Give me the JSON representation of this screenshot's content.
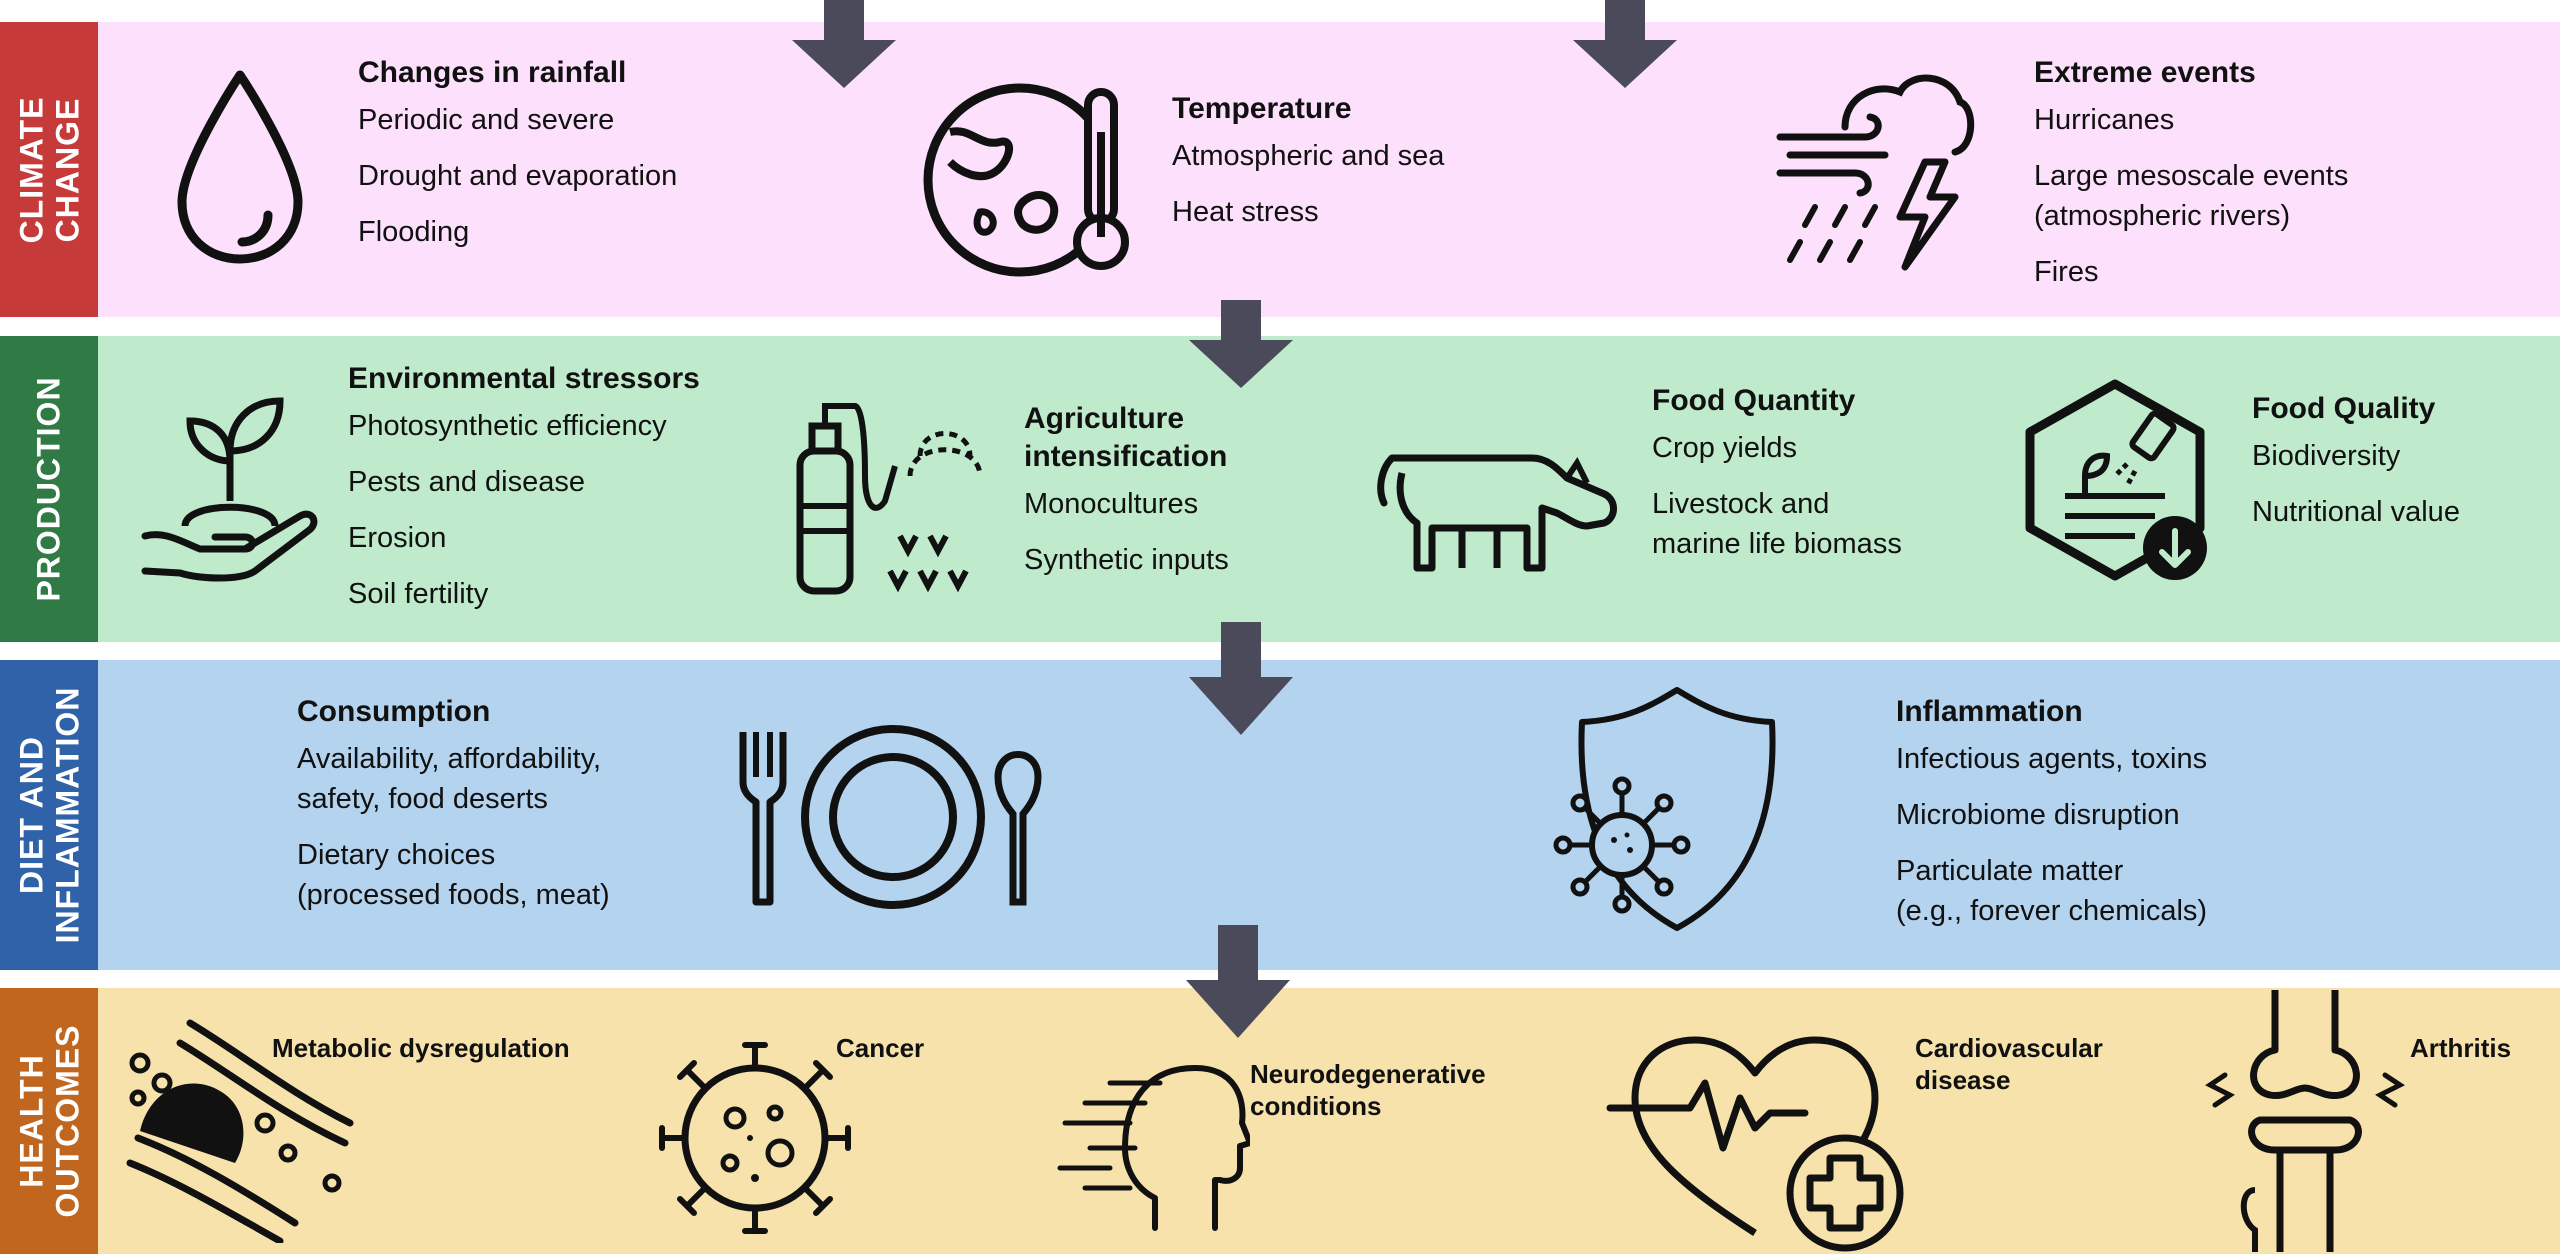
{
  "bands": {
    "climate": {
      "label": "CLIMATE\nCHANGE",
      "color": "#c73a3a",
      "bg": "#fde0fb",
      "blocks": [
        {
          "icon": "droplet-icon",
          "title": "Changes in rainfall",
          "items": [
            "Periodic and severe",
            "Drought and evaporation",
            "Flooding"
          ]
        },
        {
          "icon": "globe-thermometer-icon",
          "title": "Temperature",
          "items": [
            "Atmospheric and sea",
            "Heat stress"
          ]
        },
        {
          "icon": "storm-icon",
          "title": "Extreme events",
          "items": [
            "Hurricanes",
            "Large mesoscale events\n(atmospheric rivers)",
            "Fires"
          ]
        }
      ]
    },
    "production": {
      "label": "PRODUCTION",
      "color": "#2f7a45",
      "bg": "#bfeacb",
      "blocks": [
        {
          "icon": "sprout-hand-icon",
          "title": "Environmental stressors",
          "items": [
            "Photosynthetic efficiency",
            "Pests and disease",
            "Erosion",
            "Soil fertility"
          ]
        },
        {
          "icon": "sprayer-icon",
          "title": "Agriculture\nintensification",
          "items": [
            "Monocultures",
            "Synthetic inputs"
          ]
        },
        {
          "icon": "cow-icon",
          "title": "Food Quantity",
          "items": [
            "Crop yields",
            "Livestock and\nmarine life biomass"
          ]
        },
        {
          "icon": "quality-hexagon-icon",
          "title": "Food Quality",
          "items": [
            "Biodiversity",
            "Nutritional value"
          ]
        }
      ]
    },
    "diet": {
      "label": "DIET AND\nINFLAMMATION",
      "color": "#2f62a8",
      "bg": "#b3d3ee",
      "blocks": [
        {
          "icon": "plate-cutlery-icon",
          "title": "Consumption",
          "items": [
            "Availability, affordability,\nsafety, food deserts",
            "Dietary choices\n(processed foods, meat)"
          ]
        },
        {
          "icon": "shield-virus-icon",
          "title": "Inflammation",
          "items": [
            "Infectious agents, toxins",
            "Microbiome disruption",
            "Particulate matter\n(e.g., forever chemicals)"
          ]
        }
      ]
    },
    "health": {
      "label": "HEALTH\nOUTCOMES",
      "color": "#c0661f",
      "bg": "#f7e2ac",
      "blocks": [
        {
          "icon": "blood-vessel-icon",
          "title": "Metabolic dysregulation"
        },
        {
          "icon": "cancer-cell-icon",
          "title": "Cancer"
        },
        {
          "icon": "head-profile-icon",
          "title": "Neurodegenerative\nconditions"
        },
        {
          "icon": "heart-plus-icon",
          "title": "Cardiovascular\ndisease"
        },
        {
          "icon": "joint-icon",
          "title": "Arthritis"
        }
      ]
    }
  }
}
